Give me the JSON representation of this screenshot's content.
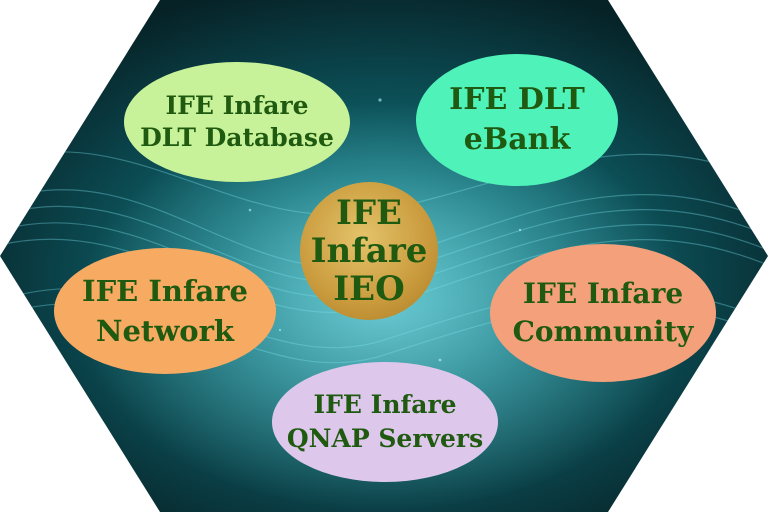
{
  "diagram": {
    "center": {
      "lines": [
        "IFE",
        "Infare",
        "IEO"
      ]
    },
    "nodes": {
      "dlt_database": {
        "lines": [
          "IFE Infare",
          "DLT Database"
        ]
      },
      "dlt_ebank": {
        "lines": [
          "IFE DLT",
          "eBank"
        ]
      },
      "network": {
        "lines": [
          "IFE Infare",
          "Network"
        ]
      },
      "community": {
        "lines": [
          "IFE Infare",
          "Community"
        ]
      },
      "qnap_servers": {
        "lines": [
          "IFE Infare",
          "QNAP Servers"
        ]
      }
    }
  },
  "colors": {
    "text": "#1f5a10",
    "background_dark": "#062226",
    "background_mid": "#0f6c74",
    "dlt_database": "#c7f29a",
    "dlt_ebank": "#4ff2b8",
    "center": "#c99a3c",
    "network": "#f6aa62",
    "community": "#f4a07a",
    "qnap_servers": "#ddc8ec"
  }
}
